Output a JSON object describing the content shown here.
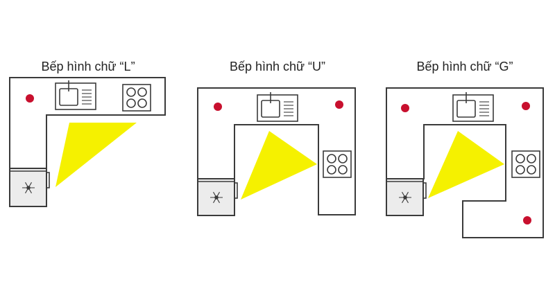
{
  "colors": {
    "counter_fill": "#ffffff",
    "counter_stroke": "#3a3a3a",
    "work_triangle": "#f5f100",
    "marker": "#c8102e",
    "fridge_fill": "#ececec"
  },
  "layouts": [
    {
      "id": "l",
      "title": "Bếp hình chữ “L”"
    },
    {
      "id": "u",
      "title": "Bếp hình chữ “U”"
    },
    {
      "id": "g",
      "title": "Bếp hình chữ “G”"
    }
  ],
  "icons": {
    "sink": "sink-icon",
    "stove": "stove-icon",
    "fridge": "snowflake-icon",
    "marker": "dot-marker"
  }
}
